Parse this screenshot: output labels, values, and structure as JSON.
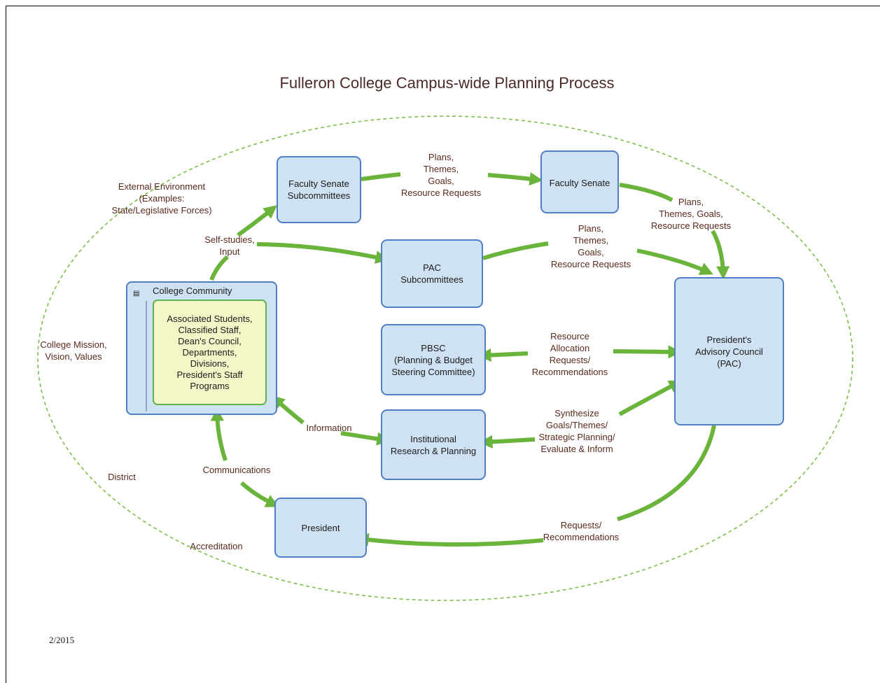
{
  "title": "Fulleron College Campus-wide Planning Process",
  "nodes": {
    "faculty_senate_subcommittees": "Faculty Senate\nSubcommittees",
    "faculty_senate": "Faculty Senate",
    "pac_subcommittees": "PAC\nSubcommittees",
    "pbsc": "PBSC\n(Planning & Budget\nSteering  Committee)",
    "institutional_research": "Institutional\nResearch  &  Planning",
    "president": "President",
    "pac": "President's\nAdvisory Council\n(PAC)",
    "college_community": {
      "title": "College  Community",
      "members": "Associated Students,\nClassified Staff,\nDean's Council,\nDepartments,\nDivisions,\nPresident's Staff\nPrograms"
    }
  },
  "edge_labels": {
    "fss_to_fs": "Plans,\nThemes,\nGoals,\nResource Requests",
    "fs_to_pac": "Plans,\nThemes,  Goals,\nResource Requests",
    "pacsub_to_pac": "Plans,\nThemes,\nGoals,\nResource Requests",
    "self_studies": "Self-studies,\nInput",
    "pac_to_pbsc": "Resource\nAllocation\nRequests/\nRecommendations",
    "pac_irp": "Synthesize\nGoals/Themes/\nStrategic Planning/\nEvaluate & Inform",
    "information": "Information",
    "communications": "Communications",
    "requests": "Requests/\nRecommendations"
  },
  "environment_labels": {
    "external": "External  Environment\n(Examples:\nState/Legislative Forces)",
    "mission": "College Mission,\nVision, Values",
    "district": "District",
    "accreditation": "Accreditation"
  },
  "date": "2/2015",
  "colors": {
    "arrow": "#6ab43c",
    "box_fill": "#cfe2f3",
    "box_border": "#4f7fc4",
    "ellipse": "#7cc04a",
    "inner_fill": "#f5f6c8"
  }
}
